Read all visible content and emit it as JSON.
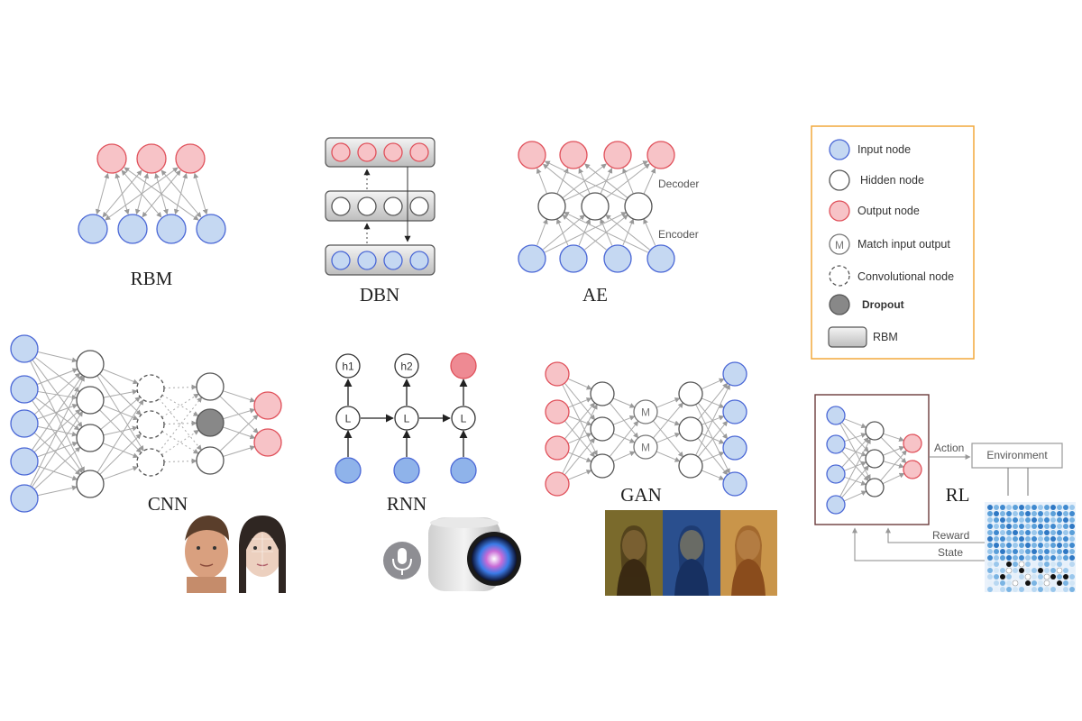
{
  "titles": {
    "rbm": "RBM",
    "dbn": "DBN",
    "ae": "AE",
    "cnn": "CNN",
    "rnn": "RNN",
    "gan": "GAN",
    "rl": "RL"
  },
  "ae_labels": {
    "decoder": "Decoder",
    "encoder": "Encoder"
  },
  "rnn_labels": {
    "h1": "h1",
    "h2": "h2",
    "cell": "L"
  },
  "gan_labels": {
    "match": "M"
  },
  "legend": {
    "input": "Input node",
    "hidden": "Hidden node",
    "output": "Output node",
    "match": "Match input output",
    "match_symbol": "M",
    "conv": "Convolutional node",
    "dropout": "Dropout",
    "rbm": "RBM"
  },
  "rl": {
    "action": "Action",
    "environment": "Environment",
    "reward": "Reward",
    "state": "State"
  },
  "colors": {
    "input_fill": "#c5d8f2",
    "input_stroke": "#4a67d6",
    "output_fill": "#f7c3c7",
    "output_stroke": "#e0505a",
    "hidden_stroke": "#555555",
    "legend_border": "#f2a93b",
    "dropout_fill": "#888888"
  },
  "icons": [
    "face-photo-icon",
    "microphone-icon",
    "smart-speaker-icon",
    "siri-orb-icon",
    "mona-lisa-icon",
    "go-board-icon"
  ]
}
